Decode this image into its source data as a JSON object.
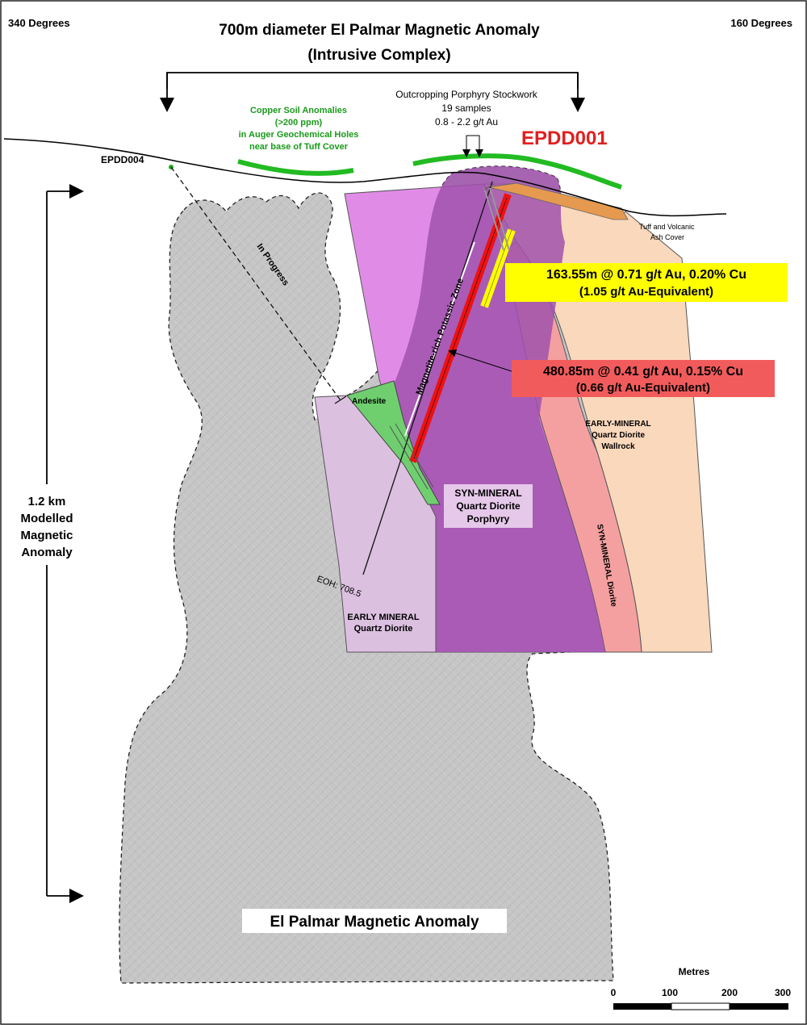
{
  "header": {
    "left_bearing": "340 Degrees",
    "right_bearing": "160 Degrees",
    "title_line1": "700m diameter El Palmar Magnetic Anomaly",
    "title_line2": "(Intrusive Complex)"
  },
  "annotations": {
    "copper_soil": [
      "Copper Soil Anomalies",
      "(>200 ppm)",
      "in Auger Geochemical Holes",
      "near base of Tuff Cover"
    ],
    "porphyry_stockwork": [
      "Outcropping Porphyry Stockwork",
      "19 samples",
      "0.8 - 2.2 g/t Au"
    ],
    "hole_epdd001": "EPDD001",
    "hole_epdd004": "EPDD004",
    "in_progress": "In Progress",
    "tuff_cover": [
      "Tuff and Volcanic",
      "Ash Cover"
    ],
    "potassic_zone": "Magnetite-rich Potassic Zone",
    "andesite": "Andesite",
    "eoh": "EOH:  708.5",
    "scale_vertical": [
      "1.2 km",
      "Modelled",
      "Magnetic",
      "Anomaly"
    ]
  },
  "intercepts": [
    {
      "line1": "163.55m  @  0.71 g/t Au, 0.20% Cu",
      "line2": "(1.05 g/t Au-Equivalent)",
      "color": "#ffff00"
    },
    {
      "line1": "480.85m @ 0.41 g/t Au, 0.15% Cu",
      "line2": "(0.66 g/t Au-Equivalent)",
      "color": "#f25b5b"
    }
  ],
  "units": {
    "early_mineral_wallrock": [
      "EARLY-MINERAL",
      "Quartz Diorite",
      "Wallrock"
    ],
    "syn_mineral_porphyry": [
      "SYN-MINERAL",
      "Quartz Diorite",
      "Porphyry"
    ],
    "syn_mineral_diorite": "SYN-MINERAL Diorite",
    "early_mineral_qd": [
      "EARLY MINERAL",
      "Quartz Diorite"
    ]
  },
  "footer": {
    "anomaly_label": "El Palmar Magnetic Anomaly",
    "scale_title": "Metres",
    "scale_ticks": [
      "0",
      "100",
      "200",
      "300"
    ]
  },
  "colors": {
    "magnetic_gray": "#c4c4c4",
    "magenta": "#e08ce6",
    "purple": "#a052ad",
    "peach": "#fad8bc",
    "pink": "#f5a0a0",
    "andesite_green": "#6fcf6f",
    "lilac": "#dcc0e0",
    "orange_tuff": "#e69a4f",
    "soil_green": "#22bb22",
    "hole_red": "#ee1111",
    "epdd001_red": "#e02020",
    "copper_text_green": "#1a9a1a"
  }
}
